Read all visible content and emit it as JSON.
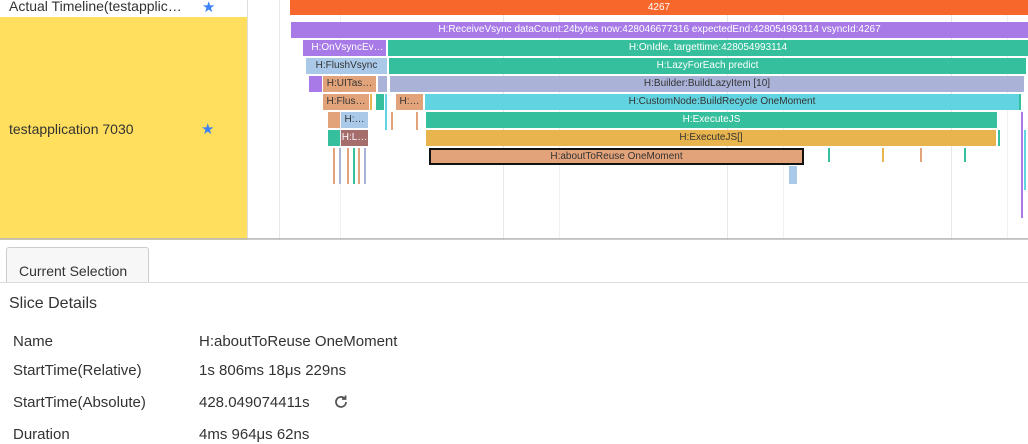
{
  "tracks": {
    "row1_label": "Actual Timeline(testapplic…",
    "row1_value": "4267",
    "row2_label": "testapplication 7030",
    "slices": [
      "H:ReceiveVsync dataCount:24bytes now:428046677316 expectedEnd:428054993114 vsyncId:4267",
      "H:OnVsyncEv…",
      "H:OnIdle, targettime:428054993114",
      "H:FlushVsync",
      "H:LazyForEach predict",
      "H:UITas…",
      "H:Builder:BuildLazyItem [10]",
      "H:Flus…",
      "H:…",
      "H:CustomNode:BuildRecycle OneMoment",
      "H:…",
      "H:ExecuteJS",
      "H:L…",
      "H:ExecuteJS[]",
      "H:aboutToReuse OneMoment"
    ]
  },
  "panel": {
    "tab_label": "Current Selection",
    "section_title": "Slice Details",
    "details": [
      {
        "label": "Name",
        "value": "H:aboutToReuse OneMoment"
      },
      {
        "label": "StartTime(Relative)",
        "value": "1s 806ms 18μs 229ns"
      },
      {
        "label": "StartTime(Absolute)",
        "value": "428.049074411s"
      },
      {
        "label": "Duration",
        "value": "4ms 964μs 62ns"
      }
    ]
  },
  "colors": {
    "process_row": "#ffdf5d",
    "actual_timeline": "#f7662a",
    "receive_vsync": "#a77ae8",
    "teal": "#36bf9c",
    "lavender": "#aab2d8",
    "cyan": "#62d3e0",
    "gold": "#e8b44d",
    "salmon": "#e3a37a",
    "brown": "#a66d6d",
    "accent_star": "#3b82f6"
  },
  "icons": {
    "star": "star-icon",
    "refresh": "refresh-icon"
  }
}
